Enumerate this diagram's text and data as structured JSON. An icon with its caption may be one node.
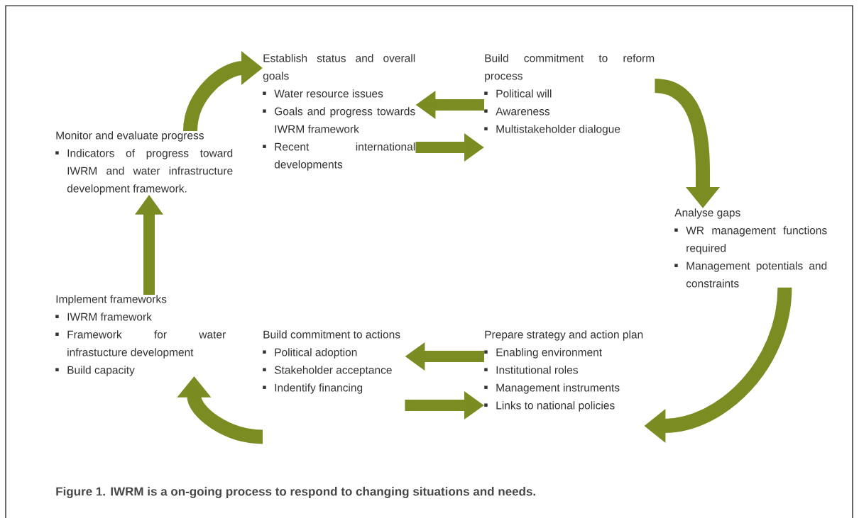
{
  "diagram": {
    "caption": "Figure 1. IWRM is a on-going process to respond to changing situations and needs.",
    "nodes": [
      {
        "text": [
          "Establish status and overall goals",
          "Water resource issues",
          "Goals and progress towards IWRM framework",
          "Recent international developments"
        ]
      },
      {
        "text": [
          "Build commitment to reform process",
          "Political will",
          "Awareness",
          "Multistakeholder dialogue"
        ]
      },
      {
        "text": [
          "Analyse gaps",
          "WR management functions required",
          "Management potentials and constraints"
        ]
      },
      {
        "text": [
          "Prepare strategy and action plan",
          "Enabling environment",
          "Institutional roles",
          "Management instruments",
          "Links to national policies"
        ]
      },
      {
        "text": [
          "Build commitment to actions",
          "Political adoption",
          "Stakeholder acceptance",
          "Indentify financing"
        ]
      },
      {
        "text": [
          "Implement frameworks",
          "IWRM framework",
          "Framework for water infrastucture development",
          "Build capacity"
        ]
      },
      {
        "text": [
          "Monitor and evaluate progress",
          "Indicators of progress toward IWRM and water infrastructure development framework."
        ]
      }
    ],
    "edges": [
      {
        "from": 0,
        "to": 1,
        "arrow": "to"
      },
      {
        "from": 1,
        "to": 0,
        "arrow": "to"
      },
      {
        "from": 1,
        "to": 2,
        "arrow": "to"
      },
      {
        "from": 2,
        "to": 3,
        "arrow": "to"
      },
      {
        "from": 3,
        "to": 4,
        "arrow": "to"
      },
      {
        "from": 4,
        "to": 3,
        "arrow": "to"
      },
      {
        "from": 4,
        "to": 5,
        "arrow": "to"
      },
      {
        "from": 5,
        "to": 6,
        "arrow": "to"
      },
      {
        "from": 6,
        "to": 0,
        "arrow": "to"
      }
    ]
  }
}
